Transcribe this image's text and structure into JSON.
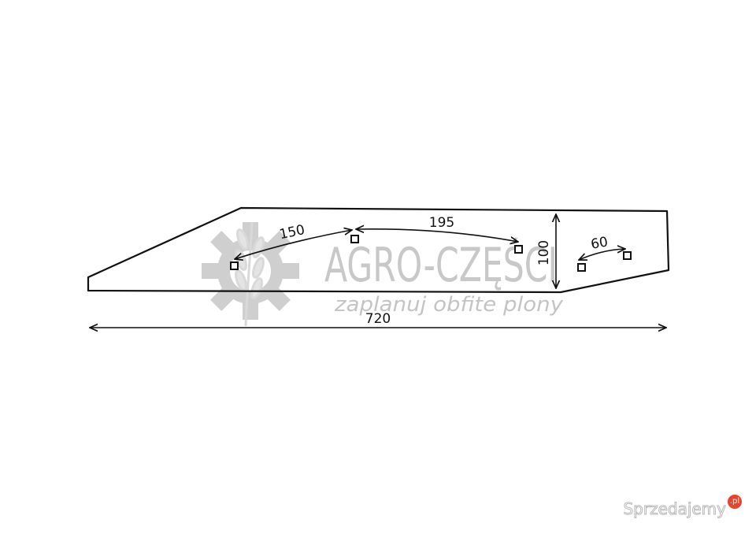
{
  "dimensions": {
    "length": "720",
    "height": "100",
    "hole_spacing_1": "150",
    "hole_spacing_2": "195",
    "hole_spacing_3": "60"
  },
  "watermark": {
    "brand": "AGRO-CZĘŚCI",
    "tagline": "zaplanuj obfite plony",
    "logo_icon": "gear-with-wheat-icon"
  },
  "badge": {
    "site": "Sprzedajemy",
    "tld": ".pl",
    "tld_color": "#e8432f"
  },
  "colors": {
    "line": "#111111",
    "watermark": "#c8c8c8"
  }
}
